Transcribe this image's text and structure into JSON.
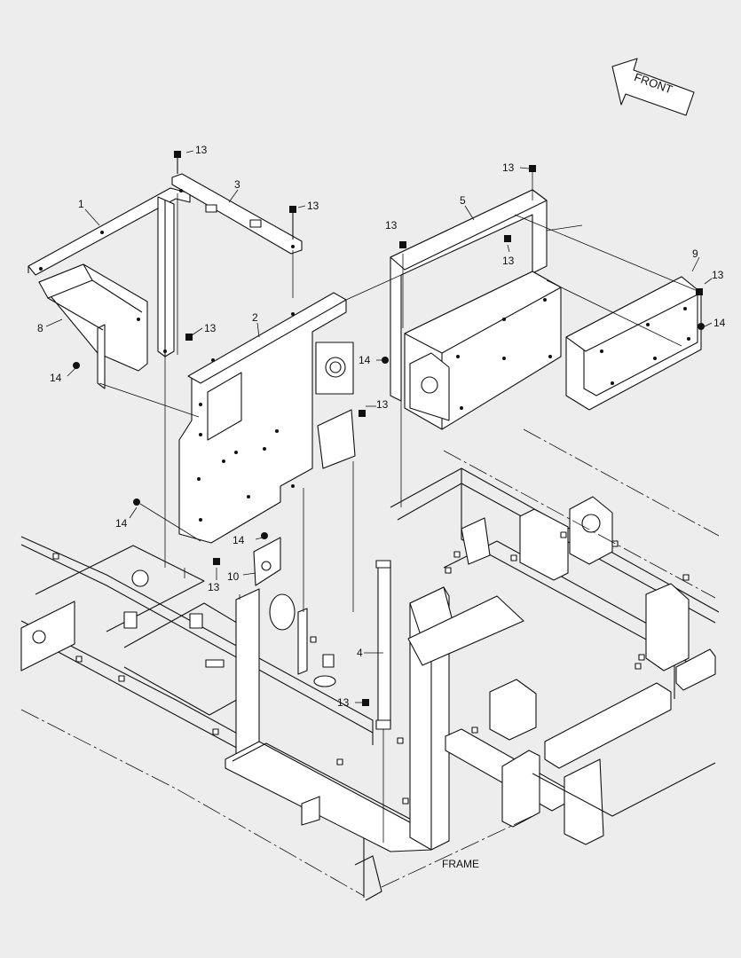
{
  "front_arrow": {
    "text": "FRONT",
    "icon": "front-arrow-icon"
  },
  "frame_label": "FRAME",
  "callouts": {
    "c1": "1",
    "c2": "2",
    "c3": "3",
    "c4": "4",
    "c5": "5",
    "c8": "8",
    "c9": "9",
    "c10": "10",
    "c13a": "13",
    "c13b": "13",
    "c13c": "13",
    "c13d": "13",
    "c13e": "13",
    "c13f": "13",
    "c13g": "13",
    "c13h": "13",
    "c13i": "13",
    "c13j": "13",
    "c14a": "14",
    "c14b": "14",
    "c14c": "14",
    "c14d": "14",
    "c14e": "14"
  }
}
